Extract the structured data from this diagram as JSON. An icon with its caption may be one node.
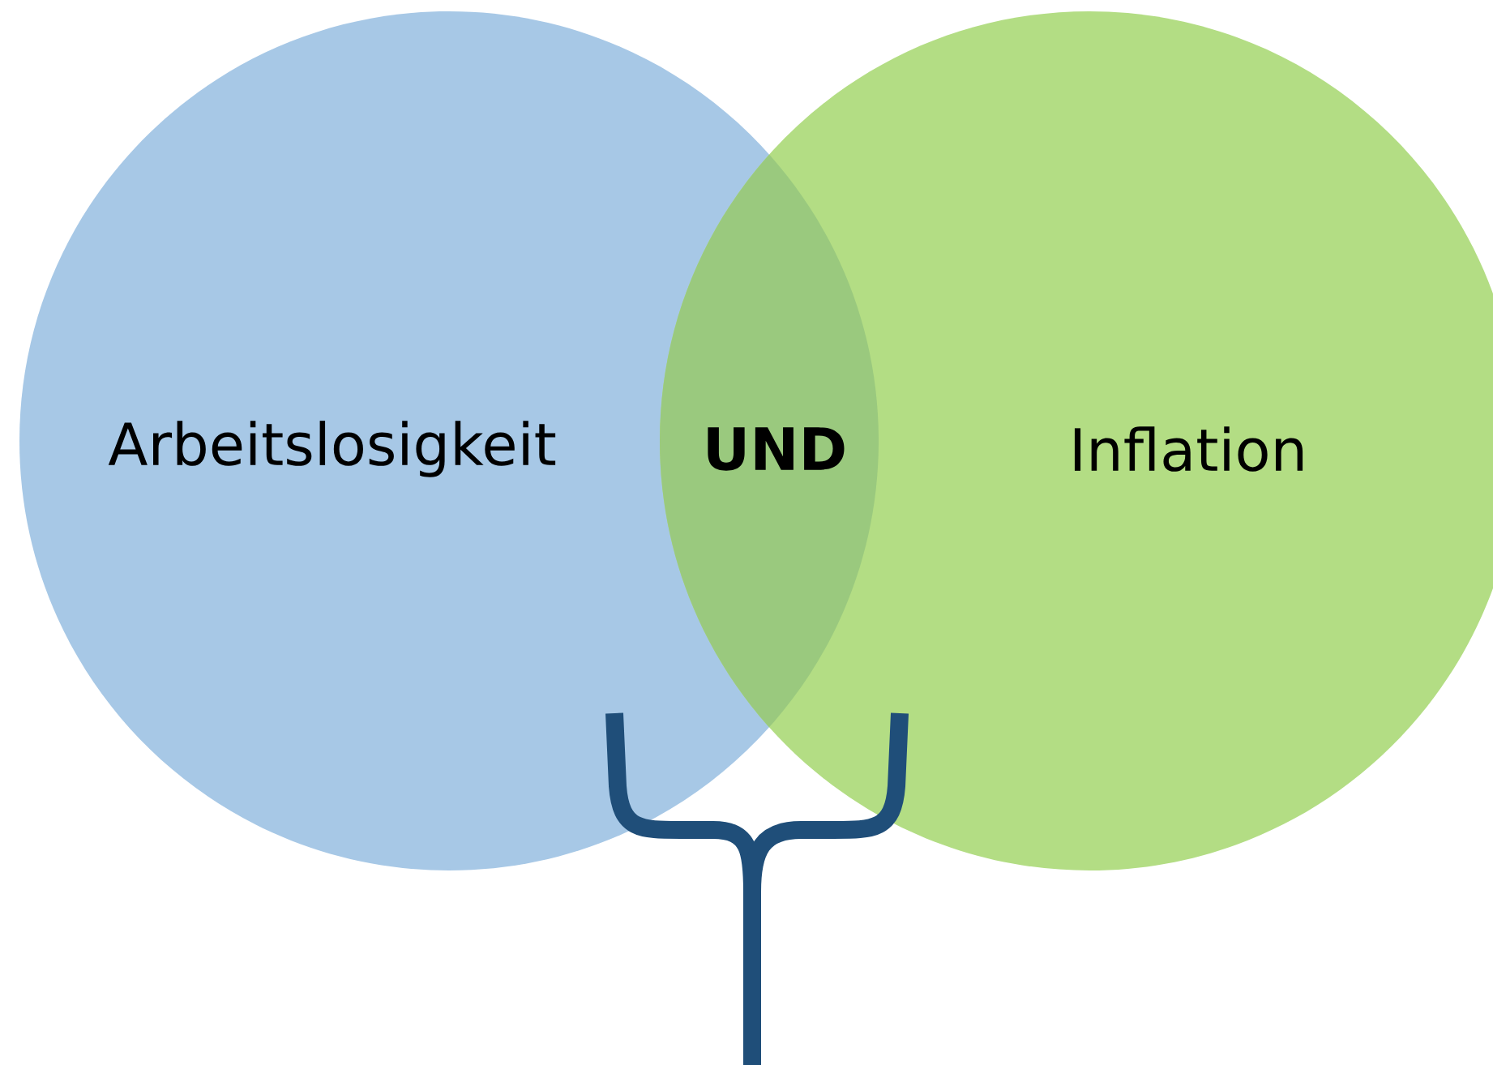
{
  "diagram": {
    "nodes": [
      {
        "text": [
          "Arbeitslosigkeit"
        ]
      },
      {
        "text": [
          "Inflation"
        ]
      }
    ],
    "labels": [
      "UND"
    ]
  }
}
